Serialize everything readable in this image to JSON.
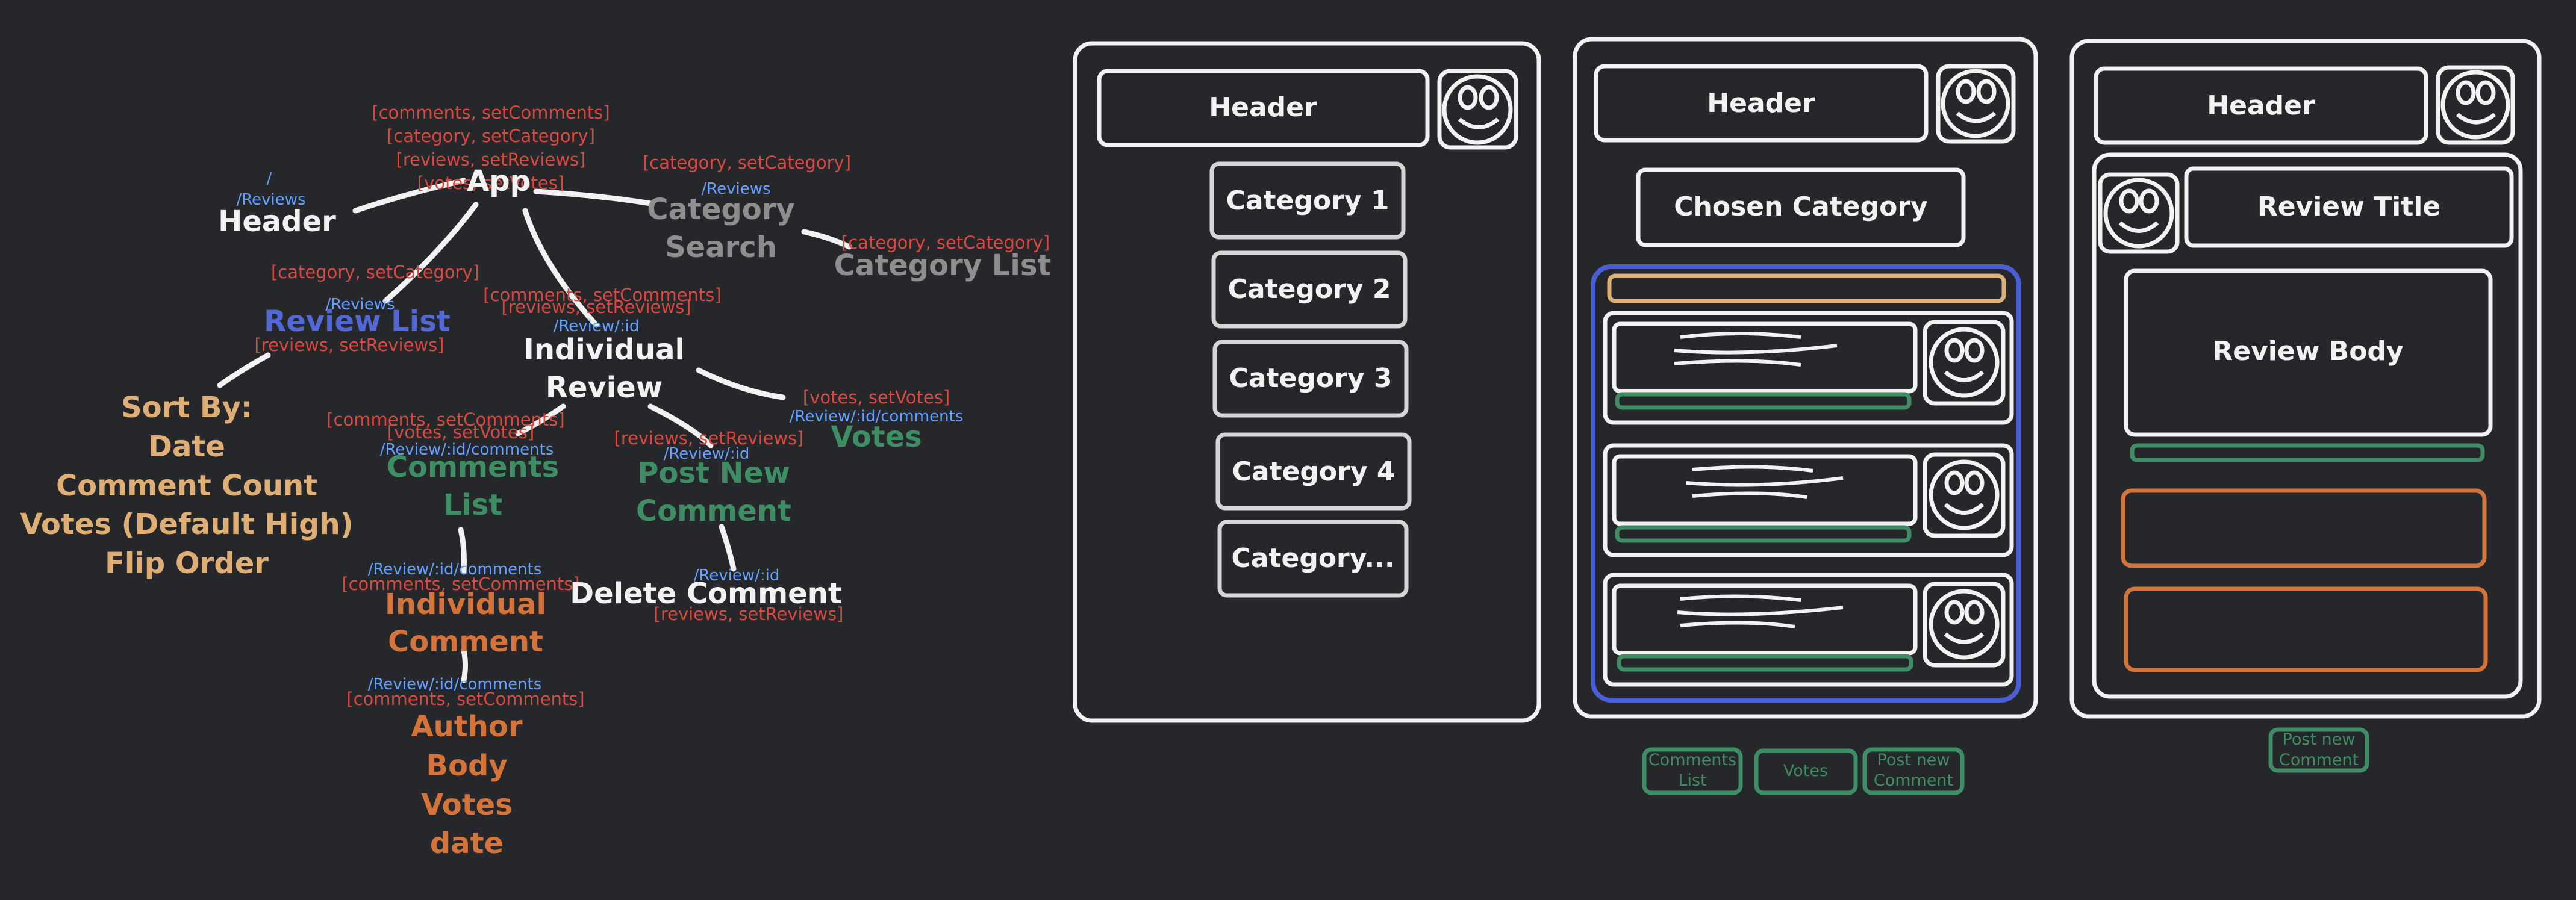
{
  "tree": {
    "app": {
      "label": "App",
      "state": [
        "[comments, setComments]",
        "[category, setCategory]",
        "[reviews, setReviews]",
        "[votes, setVotes]"
      ]
    },
    "header": {
      "label": "Header",
      "routes": [
        "/",
        "/Reviews"
      ]
    },
    "category_search": {
      "label_line1": "Category",
      "label_line2": "Search",
      "state": "[category, setCategory]",
      "route": "/Reviews"
    },
    "category_list": {
      "label": "Category List",
      "state": "[category, setCategory]"
    },
    "review_list": {
      "label": "Review List",
      "state_top": "[category, setCategory]",
      "route": "/Reviews",
      "state_bottom": "[reviews, setReviews]"
    },
    "sort_by": {
      "lines": [
        "Sort By:",
        "Date",
        "Comment Count",
        "Votes (Default High)",
        "Flip Order"
      ]
    },
    "individual_review": {
      "line1": "Individual",
      "line2": "Review",
      "state_a": "[comments, setComments]",
      "state_b": "[reviews, setReviews]",
      "route": "/Review/:id"
    },
    "votes": {
      "label": "Votes",
      "state": "[votes, setVotes]",
      "route": "/Review/:id/comments"
    },
    "comments_list": {
      "line1": "Comments",
      "line2": "List",
      "state_a": "[comments, setComments]",
      "state_b": "[votes, setVotes]",
      "route": "/Review/:id/comments"
    },
    "post_new_comment": {
      "line1": "Post New",
      "line2": "Comment",
      "state": "[reviews, setReviews]",
      "route": "/Review/:id"
    },
    "individual_comment": {
      "line1": "Individual",
      "line2": "Comment",
      "route": "/Review/:id/comments",
      "state": "[comments, setComments]"
    },
    "author_block": {
      "route": "/Review/:id/comments",
      "state": "[comments, setComments]",
      "lines": [
        "Author",
        "Body",
        "Votes",
        "date"
      ]
    },
    "delete_comment": {
      "label": "Delete Comment",
      "route": "/Review/:id",
      "state": "[reviews, setReviews]"
    }
  },
  "wireframes": {
    "screen1": {
      "header": "Header",
      "categories": [
        "Category 1",
        "Category 2",
        "Category 3",
        "Category 4",
        "Category..."
      ]
    },
    "screen2": {
      "header": "Header",
      "chosen": "Chosen Category",
      "buttons": [
        {
          "line1": "Comments",
          "line2": "List"
        },
        {
          "line1": "Votes",
          "line2": ""
        },
        {
          "line1": "Post new",
          "line2": "Comment"
        }
      ]
    },
    "screen3": {
      "header": "Header",
      "title": "Review Title",
      "body": "Review Body",
      "button": {
        "line1": "Post new",
        "line2": "Comment"
      }
    }
  },
  "colors": {
    "background": "#25272b",
    "white": "#f2f2f2",
    "blue": "#5268d8",
    "red": "#d84a3f",
    "green": "#3f8d63",
    "orange": "#d4733a",
    "tan": "#dfae74"
  }
}
